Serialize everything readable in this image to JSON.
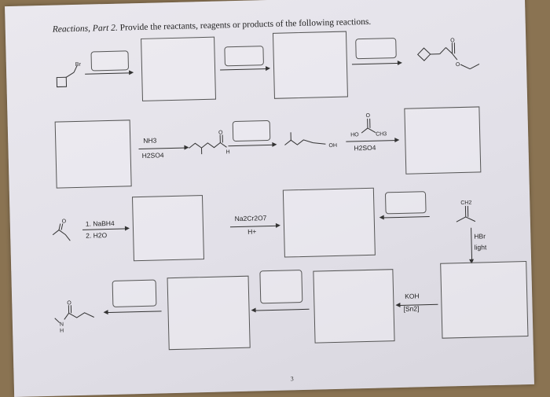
{
  "header": {
    "title_italic": "Reactions, Part 2.",
    "title_rest": "Provide the reactants, reagents or products of the following reactions."
  },
  "row1": {
    "atom_br": "Br",
    "atom_o1": "O",
    "atom_o2": "O"
  },
  "row2": {
    "reagent_nh3": "NH3",
    "reagent_h2so4_a": "H2SO4",
    "atom_o": "O",
    "atom_h": "H",
    "atom_oh": "OH",
    "acid_ho": "HO",
    "acid_o": "O",
    "acid_ch3": "CH3",
    "reagent_h2so4_b": "H2SO4"
  },
  "row3": {
    "atom_o": "O",
    "reagent_step1": "1. NaBH4",
    "reagent_step2": "2. H2O",
    "reagent_oxidant": "Na2Cr2O7",
    "reagent_acid": "H+",
    "alkene_ch2": "CH2",
    "reagent_hbr": "HBr",
    "reagent_light": "light"
  },
  "row4": {
    "atom_o": "O",
    "atom_n": "N",
    "atom_h": "H",
    "reagent_koh": "KOH",
    "reagent_sn2": "[Sn2]"
  },
  "footer": {
    "page_number": "3"
  }
}
